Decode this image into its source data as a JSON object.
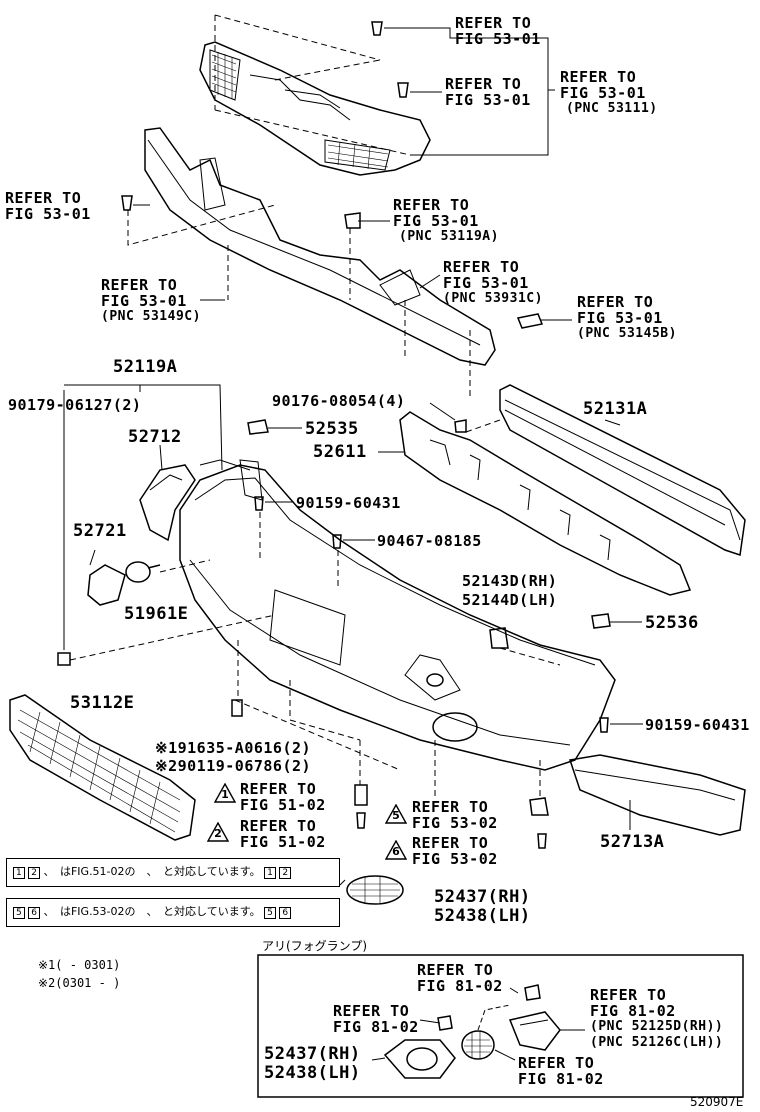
{
  "labels": {
    "ref_top1": [
      "REFER TO",
      "FIG 53-01"
    ],
    "ref_top2": [
      "REFER TO",
      "FIG 53-01"
    ],
    "ref_53111": [
      "REFER TO",
      "FIG 53-01",
      "(PNC 53111)"
    ],
    "ref_left": [
      "REFER TO",
      "FIG 53-01"
    ],
    "ref_53119a": [
      "REFER TO",
      "FIG 53-01",
      "(PNC 53119A)"
    ],
    "ref_53931c": [
      "REFER TO",
      "FIG 53-01",
      "(PNC 53931C)"
    ],
    "ref_53149c": [
      "REFER TO",
      "FIG 53-01",
      "(PNC 53149C)"
    ],
    "ref_53145b": [
      "REFER TO",
      "FIG 53-01",
      "(PNC 53145B)"
    ],
    "p52119a": "52119A",
    "p90179": "90179-06127(2)",
    "p90176": "90176-08054(4)",
    "p52131a": "52131A",
    "p52535": "52535",
    "p52611": "52611",
    "p52712": "52712",
    "p90159a": "90159-60431",
    "p90467": "90467-08185",
    "p52721": "52721",
    "p51961e": "51961E",
    "p52143d": "52143D(RH)",
    "p52144d": "52144D(LH)",
    "p52536": "52536",
    "p53112e": "53112E",
    "p91635": "※191635-A0616(2)",
    "p90119": "※290119-06786(2)",
    "p90159b": "90159-60431",
    "ref_5102a": [
      "REFER TO",
      "FIG 51-02"
    ],
    "ref_5102b": [
      "REFER TO",
      "FIG 51-02"
    ],
    "ref_5302a": [
      "REFER TO",
      "FIG 53-02"
    ],
    "ref_5302b": [
      "REFER TO",
      "FIG 53-02"
    ],
    "p52713a": "52713A",
    "p52437": "52437(RH)",
    "p52438": "52438(LH)",
    "fog_ref1": [
      "REFER TO",
      "FIG 81-02"
    ],
    "fog_ref2": [
      "REFER TO",
      "FIG 81-02"
    ],
    "fog_ref3": [
      "REFER TO",
      "FIG 81-02",
      "(PNC 52125D(RH))",
      "(PNC 52126C(LH))"
    ],
    "fog_ref4": [
      "REFER TO",
      "FIG 81-02"
    ],
    "fog_p52437": "52437(RH)",
    "fog_p52438": "52438(LH)"
  },
  "triangles": [
    "1",
    "2",
    "5",
    "6"
  ],
  "notes": {
    "note1": "、　はFIG.51-02の　、　と対応しています。",
    "note2": "、　はFIG.53-02の　、　と対応しています。",
    "note1_marks": [
      "1",
      "2",
      "1",
      "2"
    ],
    "note2_marks": [
      "5",
      "6",
      "5",
      "6"
    ]
  },
  "legend": {
    "line1": "※1(       - 0301)",
    "line2": "※2(0301 -       )"
  },
  "fog_title": "アリ(フォグランプ)",
  "diagram_code": "520907E"
}
